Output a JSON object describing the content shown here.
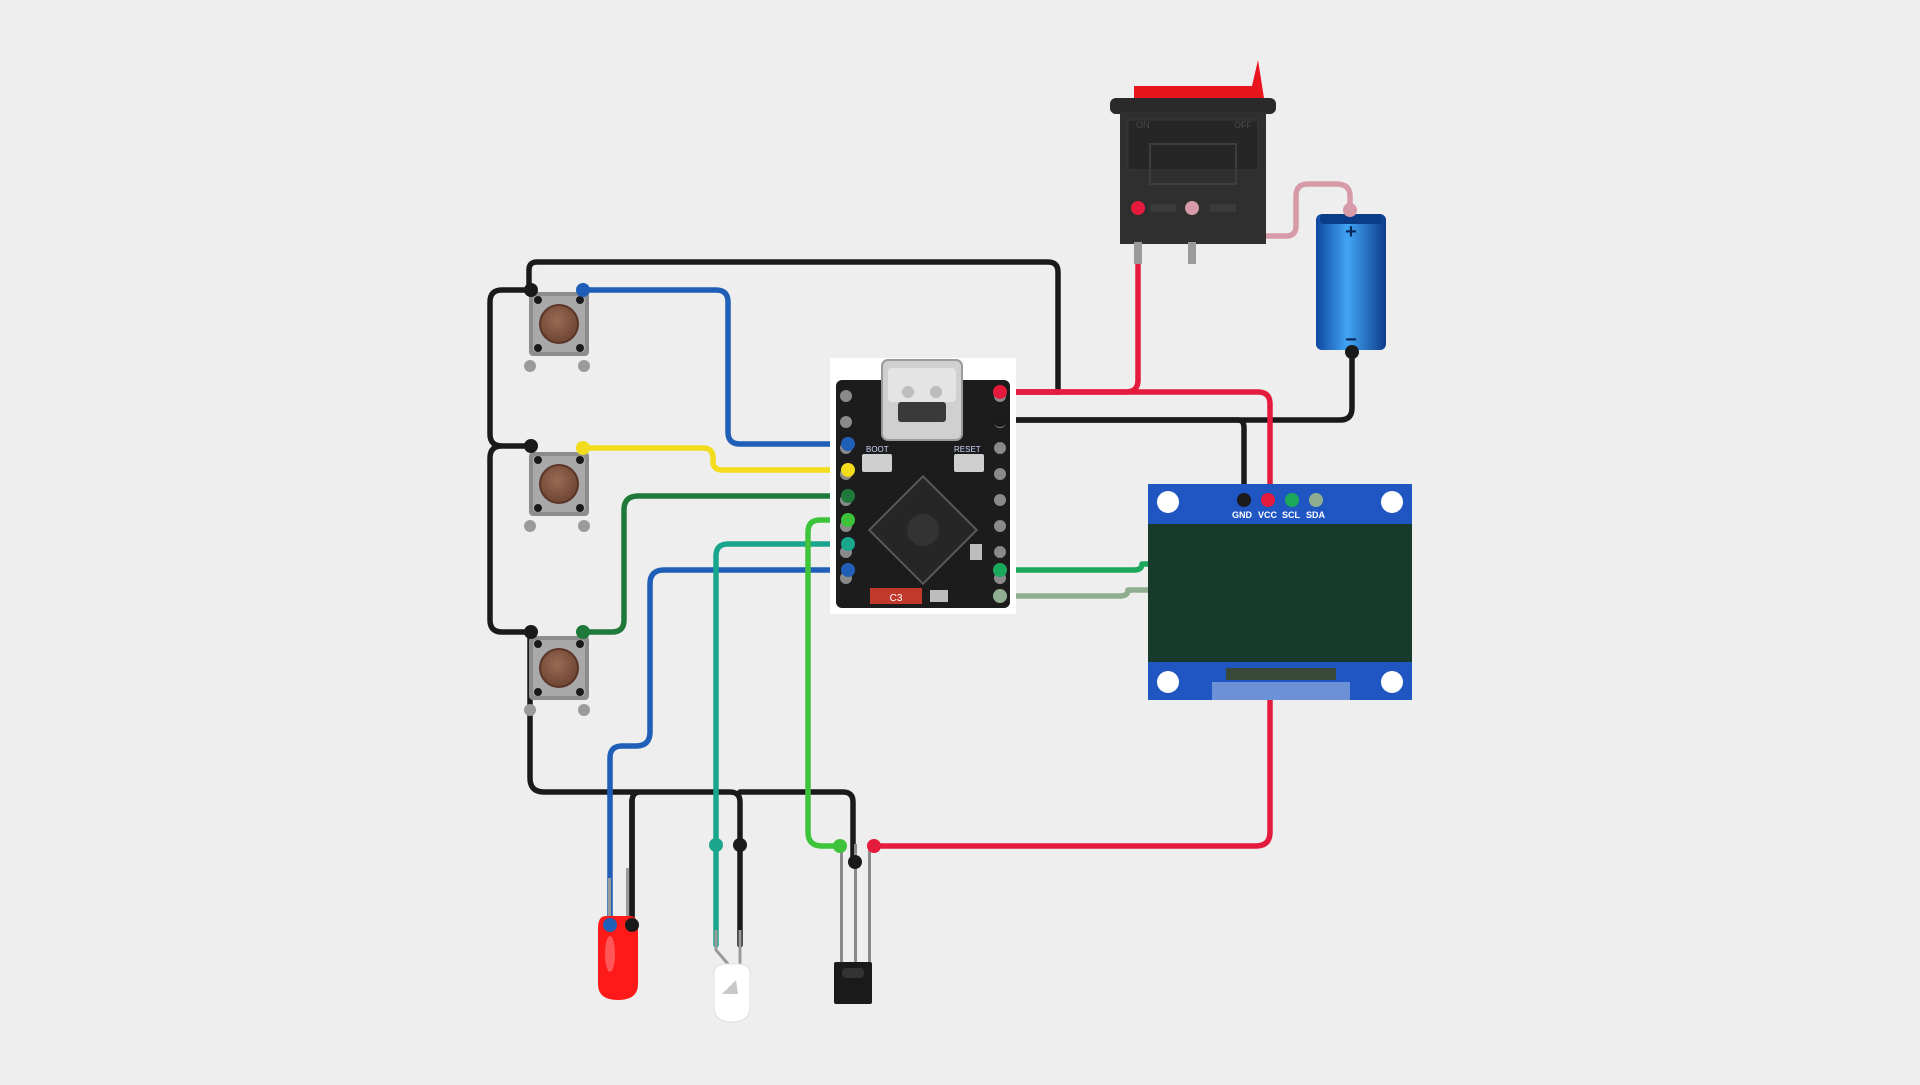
{
  "colors": {
    "background": "#eeeeee",
    "wire_black": "#1a1a1a",
    "wire_red": "#e41b3c",
    "wire_blue": "#1f5fb8",
    "wire_yellow": "#f2dc1c",
    "wire_dark_green": "#1f7a3a",
    "wire_teal": "#1aa68c",
    "wire_green": "#3ec43a",
    "wire_pink": "#d79aa8",
    "wire_grey_green": "#8fae8f",
    "oled_blue": "#1f56c2",
    "oled_screen": "#173a2a",
    "board_black": "#1c1c1c",
    "switch_red": "#e8141e",
    "battery_blue": "#1976d2"
  },
  "components": {
    "mcu_board": {
      "icon": "esp32-c3-board-icon",
      "labels": {
        "boot": "BOOT",
        "reset": "RESET",
        "chip": "C3"
      }
    },
    "oled_display": {
      "icon": "oled-display-icon",
      "pins": {
        "gnd": "GND",
        "vcc": "VCC",
        "scl": "SCL",
        "sda": "SDA"
      }
    },
    "rocker_switch": {
      "icon": "rocker-switch-icon",
      "labels": {
        "on": "ON",
        "off": "OFF"
      }
    },
    "battery": {
      "icon": "battery-icon",
      "labels": {
        "plus": "+",
        "minus": "−"
      }
    },
    "buttons": [
      {
        "icon": "push-button-icon"
      },
      {
        "icon": "push-button-icon"
      },
      {
        "icon": "push-button-icon"
      }
    ],
    "led": {
      "icon": "led-icon"
    },
    "light_sensor": {
      "icon": "light-sensor-icon"
    },
    "ir_receiver": {
      "icon": "ir-receiver-icon"
    }
  }
}
